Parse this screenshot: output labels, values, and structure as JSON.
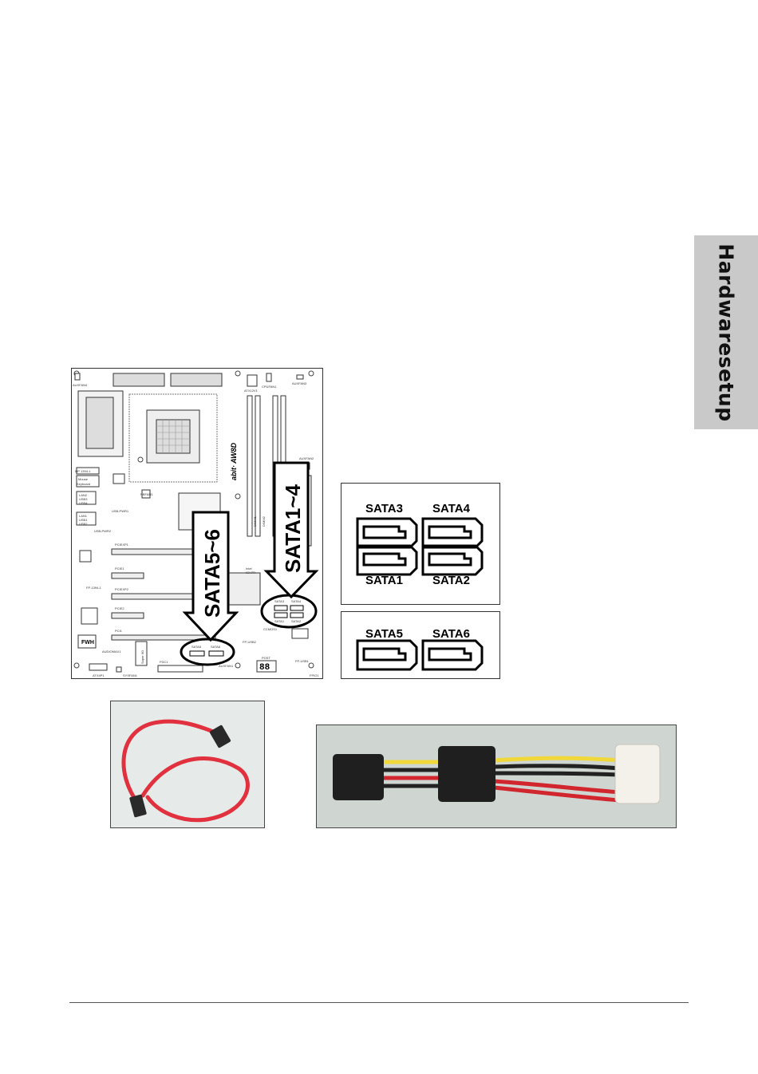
{
  "side_tab": {
    "label": "Hardwaresetup"
  },
  "board": {
    "callout_left": "SATA5~6",
    "callout_right": "SATA1~4",
    "logo": "abit· AW8D",
    "labels": {
      "auxfan4": "AUXFAN4",
      "atx12v1": "ATX12V1",
      "cpufan1": "CPUFAN1",
      "auxfan3": "AUXFAN3",
      "auxfan2": "AUXFAN2",
      "ieee": "MP 1394-1",
      "mouse": "Mouse",
      "keyboard": "Keyboard",
      "lan2": "LAN2",
      "usb3": "USB3",
      "usb4": "USB4",
      "lan1": "LAN1",
      "usb1": "USB1",
      "usb2": "USB2",
      "usbpwr1": "USB-PWR1",
      "usbpwr2": "USB-PWR2",
      "nbfan1": "NBFAN1",
      "pciexp1": "PCIEXP1",
      "pcie1": "PCIE1",
      "pciexp2": "PCIEXP2",
      "pcie2": "PCIE2",
      "pci1": "PCI1",
      "fp1394": "FP-1394-1",
      "fwh": "FWH",
      "audiomax": "AUDIOMAX1",
      "superio": "Super I/O",
      "atx4p": "ATX4P1",
      "sysfan1": "SYSFAN1",
      "fdc1": "FDC1",
      "auxfan1": "AUXFAN1",
      "post": "POST",
      "post_digits": "88",
      "fp_usb1": "FP-USB1",
      "fp_usb2": "FP-USB2",
      "ccmos1": "CCMOS1",
      "dimm1": "DIMM1",
      "dimm2": "DIMM2",
      "intel": "Intel",
      "ich7r": "ICH7R",
      "sata1": "SATA1",
      "sata2": "SATA2",
      "sata3": "SATA3",
      "sata4": "SATA4",
      "sata5": "SATA5",
      "sata6": "SATA6",
      "fpio": "FPIO1"
    }
  },
  "sata_panel_top": {
    "labels": [
      "SATA3",
      "SATA4",
      "SATA1",
      "SATA2"
    ]
  },
  "sata_panel_bottom": {
    "labels": [
      "SATA5",
      "SATA6"
    ]
  },
  "photos": {
    "cable": "Serial ATA cable (red)",
    "adapter": "Serial ATA power adapter cable"
  },
  "colors": {
    "tab_bg": "#c9c9c9",
    "cable_red": "#e2313e",
    "photo_bg": "#e6ebe9",
    "adapter_bg": "#cfd6d2"
  }
}
